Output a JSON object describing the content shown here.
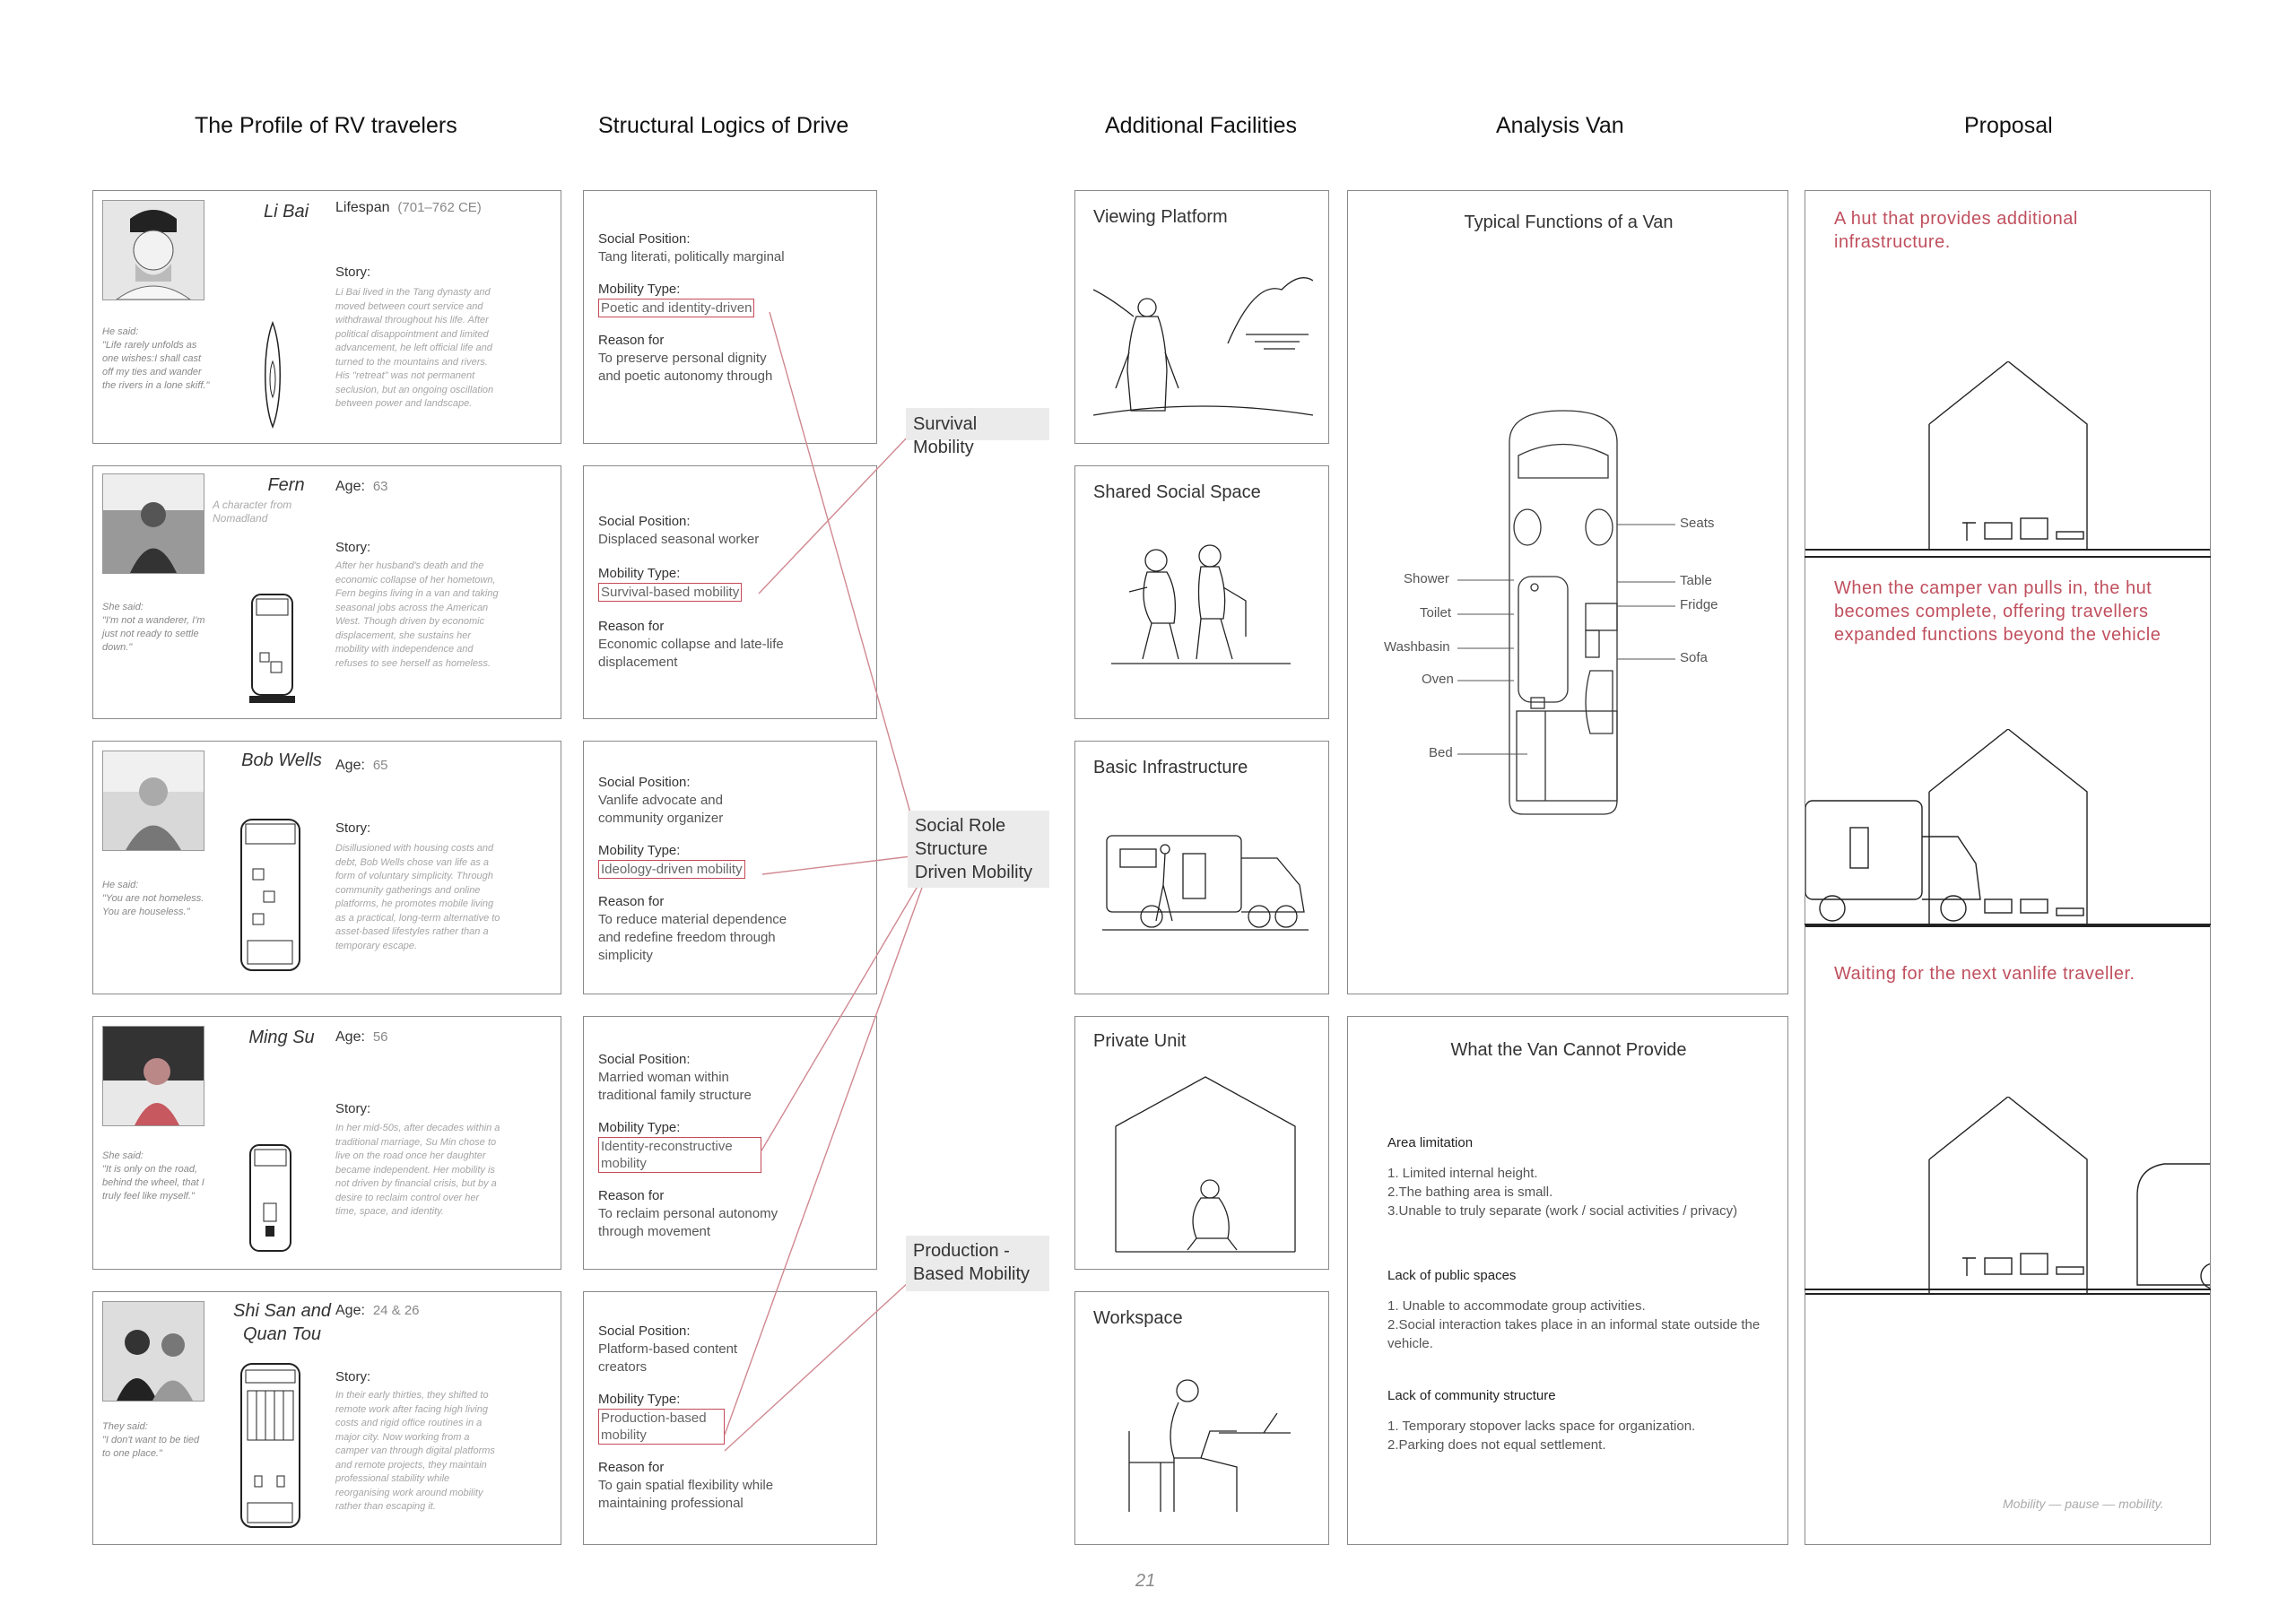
{
  "columns": {
    "profile": "The Profile of RV travelers",
    "logic": "Structural Logics of Drive",
    "facilities": "Additional Facilities",
    "analysis": "Analysis Van",
    "proposal": "Proposal"
  },
  "profiles": [
    {
      "name": "Li Bai",
      "sublabel": "",
      "attr_label": "Lifespan",
      "attr_value": "(701–762 CE)",
      "story_label": "Story:",
      "story": "Li Bai lived in the Tang dynasty and moved between court service and withdrawal throughout his life. After political disappointment and limited advancement, he left official life and turned to the mountains and rivers. His \"retreat\" was not permanent seclusion, but an ongoing oscillation between power and landscape.",
      "said": "He said:\n\"Life rarely unfolds as one wishes:I shall cast off my ties and wander the rivers in a lone skiff.\""
    },
    {
      "name": "Fern",
      "sublabel": "A character from Nomadland",
      "attr_label": "Age:",
      "attr_value": "63",
      "story_label": "Story:",
      "story": "After her husband's death and the economic collapse of her hometown, Fern begins living in a van and taking seasonal jobs across the American West. Though driven by economic displacement, she sustains her mobility with independence and refuses to see herself as homeless.",
      "said": "She said:\n\"I'm not a wanderer, I'm just not ready to settle down.\""
    },
    {
      "name": "Bob Wells",
      "sublabel": "",
      "attr_label": "Age:",
      "attr_value": "65",
      "story_label": "Story:",
      "story": "Disillusioned with housing costs and debt, Bob Wells chose van life as a form of voluntary simplicity. Through community gatherings and online platforms, he promotes mobile living as a practical, long-term alternative to asset-based lifestyles rather than a temporary escape.",
      "said": "He said:\n\"You are not homeless. You are houseless.\""
    },
    {
      "name": "Ming Su",
      "sublabel": "",
      "attr_label": "Age:",
      "attr_value": "56",
      "story_label": "Story:",
      "story": "In her mid-50s, after decades within a traditional marriage, Su Min chose to live on the road once her daughter became independent. Her mobility is not driven by financial crisis, but by a desire to reclaim control over her time, space, and identity.",
      "said": "She said:\n\"It is only on the road, behind the wheel, that I truly feel like myself.\""
    },
    {
      "name": "Shi San and\nQuan Tou",
      "sublabel": "",
      "attr_label": "Age:",
      "attr_value": "24 & 26",
      "story_label": "Story:",
      "story": "In their early thirties, they shifted to remote work after facing high living costs and rigid office routines in a major city. Now working from a camper van through digital platforms and remote projects, they maintain professional stability while reorganising work around mobility rather than escaping it.",
      "said": "They said:\n\"I don't want to be tied to one place.\""
    }
  ],
  "logics": [
    {
      "pos_label": "Social Position:",
      "position": "Tang literati, politically marginal",
      "type_label": "Mobility Type:",
      "type": "Poetic and identity-driven",
      "reason_label": "Reason for",
      "reason": "To preserve personal dignity and poetic autonomy through"
    },
    {
      "pos_label": "Social Position:",
      "position": "Displaced seasonal worker",
      "type_label": "Mobility Type:",
      "type": "Survival-based mobility",
      "reason_label": "Reason for",
      "reason": "Economic collapse and late-life displacement"
    },
    {
      "pos_label": "Social Position:",
      "position": "Vanlife advocate and community organizer",
      "type_label": "Mobility Type:",
      "type": "Ideology-driven mobility",
      "reason_label": "Reason for",
      "reason": "To reduce material dependence and redefine freedom through simplicity"
    },
    {
      "pos_label": "Social Position:",
      "position": "Married woman within traditional family structure",
      "type_label": "Mobility Type:",
      "type": "Identity-reconstructive mobility",
      "reason_label": "Reason for",
      "reason": "To reclaim personal autonomy through movement"
    },
    {
      "pos_label": "Social Position:",
      "position": "Platform-based content creators",
      "type_label": "Mobility Type:",
      "type": "Production-based mobility",
      "reason_label": "Reason for",
      "reason": "To gain spatial flexibility while maintaining professional"
    }
  ],
  "tags": {
    "survival": "Survival Mobility",
    "social": "Social Role Structure Driven Mobility",
    "production": "Production    -\nBased Mobility"
  },
  "facilities": [
    "Viewing Platform",
    "Shared Social Space",
    "Basic Infrastructure",
    "Private Unit",
    "Workspace"
  ],
  "van": {
    "title": "Typical Functions of a Van",
    "labels_left": [
      "Shower",
      "Toilet",
      "Washbasin",
      "Oven",
      "Bed"
    ],
    "labels_right": [
      "Seats",
      "Table",
      "Fridge",
      "Sofa"
    ]
  },
  "cannot": {
    "title": "What the Van Cannot Provide",
    "sections": [
      {
        "heading": "Area limitation",
        "items": [
          "1. Limited internal height.",
          "2.The bathing area is small.",
          "3.Unable to truly separate (work / social activities / privacy)"
        ]
      },
      {
        "heading": "Lack of public spaces",
        "items": [
          "1. Unable to accommodate group activities.",
          "2.Social interaction takes place in an informal state outside the vehicle."
        ]
      },
      {
        "heading": "Lack of community structure",
        "items": [
          "1. Temporary stopover lacks space for organization.",
          "2.Parking does not equal settlement."
        ]
      }
    ]
  },
  "proposal": {
    "p1": "A hut that provides additional infrastructure.",
    "p2": "When the camper van pulls in, the hut becomes complete, offering travellers expanded functions beyond the vehicle",
    "p3": "Waiting for the next vanlife traveller.",
    "footer": "Mobility — pause — mobility."
  },
  "page_number": "21",
  "colors": {
    "accent": "#c0505e",
    "border": "#8a8a8a",
    "tag_bg": "#ebebeb"
  }
}
